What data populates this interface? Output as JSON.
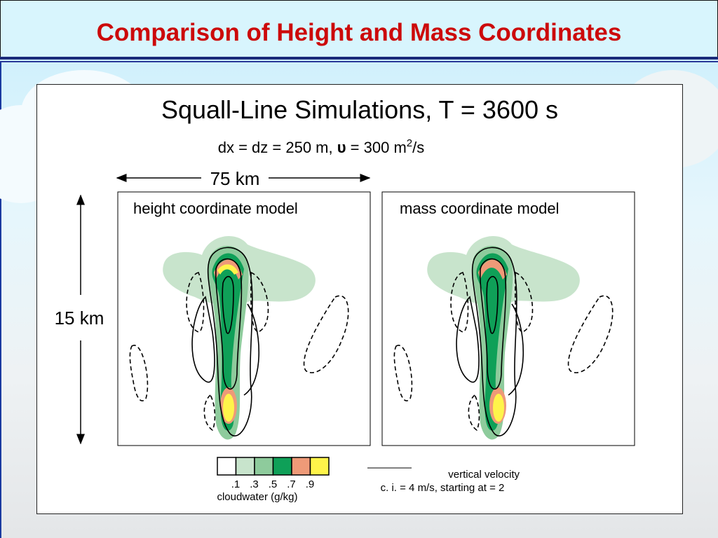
{
  "slide": {
    "title": "Comparison of Height and Mass Coordinates"
  },
  "figure": {
    "title": "Squall-Line Simulations, T = 3600 s",
    "subtitle_pre": "dx = dz = 250 m, ",
    "subtitle_nu": "υ",
    "subtitle_mid": " = 300 m",
    "subtitle_sup": "2",
    "subtitle_post": "/s",
    "width_label": "75 km",
    "height_label": "15 km",
    "panels": [
      {
        "label": "height coordinate model"
      },
      {
        "label": "mass coordinate model"
      }
    ],
    "legend": {
      "line_label": "vertical velocity",
      "contour_note": "c. i. = 4 m/s, starting at = 2"
    }
  },
  "chart_data": {
    "type": "heatmap",
    "title": "Squall-Line Simulations, T = 3600 s",
    "subtitle": "dx = dz = 250 m, υ = 300 m2/s",
    "xlabel": "75 km",
    "ylabel": "15 km",
    "panels": [
      "height coordinate model",
      "mass coordinate model"
    ],
    "colorbar": {
      "label": "cloudwater (g/kg)",
      "ticks": [
        ".1",
        ".3",
        ".5",
        ".7",
        ".9"
      ],
      "colors": [
        "#ffffff",
        "#c8e4cc",
        "#8ecb9c",
        "#0fa058",
        "#ee9a78",
        "#fff44a"
      ]
    },
    "contours": {
      "variable": "vertical velocity",
      "interval": 4,
      "start": 2,
      "units": "m/s",
      "negative_style": "dashed"
    }
  }
}
